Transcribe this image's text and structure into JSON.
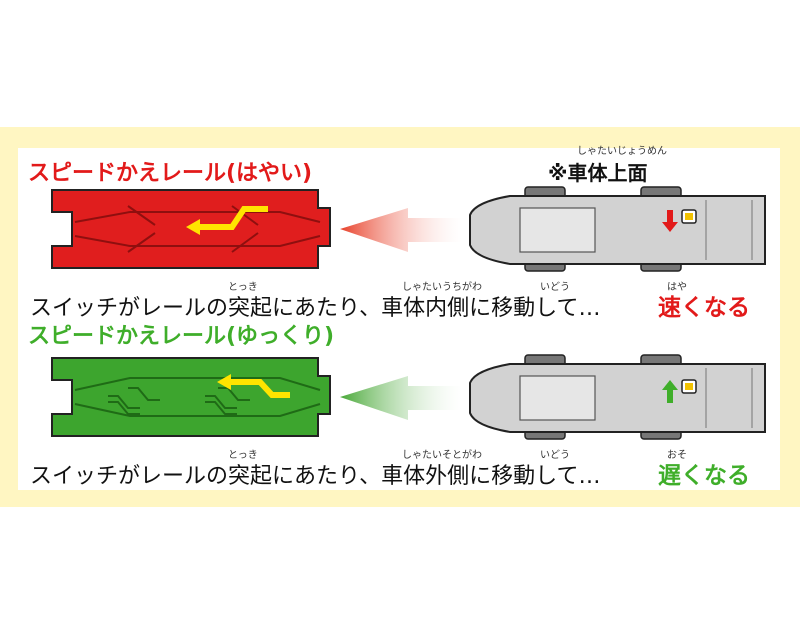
{
  "title_fast": "スピードかえレール(はやい)",
  "title_slow": "スピードかえレール(ゆっくり)",
  "body_label": "※車体上面",
  "body_label_ruby": "しゃたいじょうめん",
  "caption_fast": "スイッチがレールの突起にあたり、車体内側に移動して…",
  "caption_fast_emphasis": "速くなる",
  "caption_slow": "スイッチがレールの突起にあたり、車体外側に移動して…",
  "caption_slow_emphasis": "遅くなる",
  "ruby": {
    "tokki_1": "とっき",
    "shatai_uchigawa": "しゃたいうちがわ",
    "idou_1": "いどう",
    "haya": "はや",
    "tokki_2": "とっき",
    "shatai_sotogawa": "しゃたいそとがわ",
    "idou_2": "いどう",
    "oso": "おそ"
  },
  "colors": {
    "fast_red": "#e21a1a",
    "slow_green": "#3fae2a",
    "background_yellow": "#fff6c2",
    "train_gray": "#cfcfcf"
  }
}
